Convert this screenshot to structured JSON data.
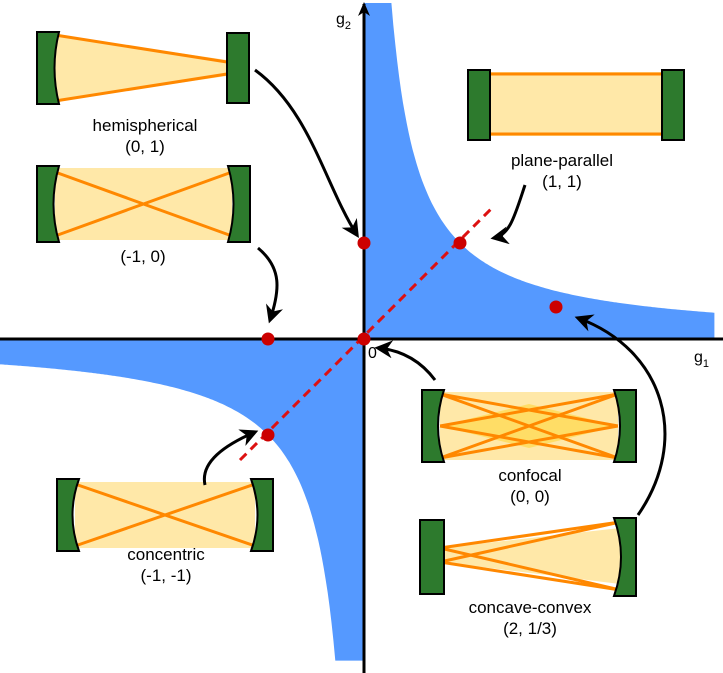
{
  "axes": {
    "x_label": "g",
    "x_sub": "1",
    "y_label": "g",
    "y_sub": "2",
    "origin_label": "0"
  },
  "colors": {
    "stable_region": "#5599ff",
    "mirror": "#2d7a2d",
    "beam_fill": "#ffe8a8",
    "beam_line": "#ff8800",
    "point": "#cc0000",
    "diagonal": "#dd1111",
    "arrow": "#000000"
  },
  "resonators": [
    {
      "name": "hemispherical",
      "coords": "(0, 1)"
    },
    {
      "name": "",
      "coords": "(-1, 0)"
    },
    {
      "name": "plane-parallel",
      "coords": "(1, 1)"
    },
    {
      "name": "confocal",
      "coords": "(0, 0)"
    },
    {
      "name": "concentric",
      "coords": "(-1, -1)"
    },
    {
      "name": "concave-convex",
      "coords": "(2, 1/3)"
    }
  ],
  "points": [
    {
      "g1": 0,
      "g2": 1
    },
    {
      "g1": 1,
      "g2": 1
    },
    {
      "g1": -1,
      "g2": 0
    },
    {
      "g1": 0,
      "g2": 0
    },
    {
      "g1": -1,
      "g2": -1
    },
    {
      "g1": 2,
      "g2": 0.3333
    }
  ]
}
